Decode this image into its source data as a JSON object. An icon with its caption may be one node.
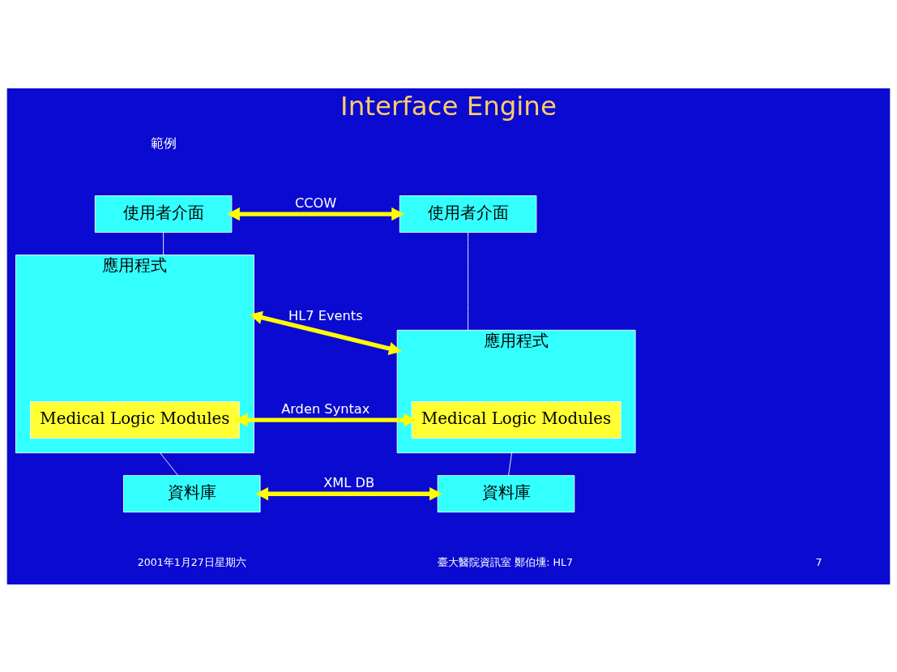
{
  "diagram": {
    "title": "Interface Engine",
    "nodes": [
      {
        "text": [
          "使用者介面"
        ]
      },
      {
        "text": [
          "使用者介面"
        ]
      },
      {
        "text": [
          "應用程式"
        ]
      },
      {
        "text": [
          "Medical Logic Modules"
        ],
        "in": 2
      },
      {
        "text": [
          "應用程式"
        ]
      },
      {
        "text": [
          "Medical Logic Modules"
        ],
        "in": 4
      },
      {
        "text": [
          "資料庫"
        ]
      },
      {
        "text": [
          "資料庫"
        ]
      }
    ],
    "edges": [
      {
        "from": 0,
        "to": 1,
        "arrow": "both",
        "label": "CCOW",
        "style": "thick",
        "color": "#ffff00"
      },
      {
        "from": 0,
        "to": 2,
        "arrow": "none",
        "color": "#ffffff"
      },
      {
        "from": 1,
        "to": 4,
        "arrow": "none",
        "color": "#ffffff"
      },
      {
        "from": 2,
        "to": 4,
        "arrow": "both",
        "label": "HL7 Events",
        "style": "thick",
        "color": "#ffff00"
      },
      {
        "from": 3,
        "to": 5,
        "arrow": "both",
        "label": "Arden Syntax",
        "style": "thick",
        "color": "#ffff00"
      },
      {
        "from": 2,
        "to": 6,
        "arrow": "none",
        "color": "#ffffff"
      },
      {
        "from": 4,
        "to": 7,
        "arrow": "none",
        "color": "#ffffff"
      },
      {
        "from": 6,
        "to": 7,
        "arrow": "both",
        "label": "XML DB",
        "style": "thick",
        "color": "#ffff00"
      }
    ],
    "labels": [
      "範例",
      "2001年1月27日星期六",
      "臺大醫院資訊室 鄭伯壎: HL7",
      "7"
    ]
  }
}
